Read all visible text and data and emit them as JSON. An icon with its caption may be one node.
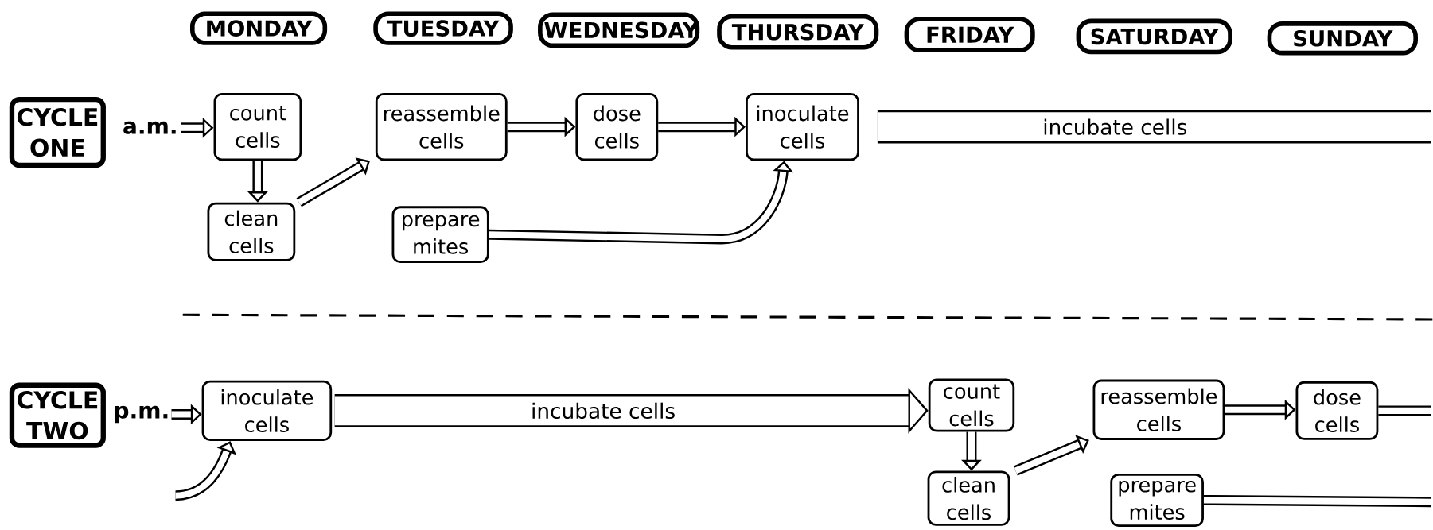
{
  "diagram": {
    "nodes": [
      {
        "text": [
          "MONDAY"
        ]
      },
      {
        "text": [
          "TUESDAY"
        ]
      },
      {
        "text": [
          "WEDNESDAY"
        ]
      },
      {
        "text": [
          "THURSDAY"
        ]
      },
      {
        "text": [
          "FRIDAY"
        ]
      },
      {
        "text": [
          "SATURDAY"
        ]
      },
      {
        "text": [
          "SUNDAY"
        ]
      },
      {
        "text": [
          "CYCLE ONE"
        ]
      },
      {
        "text": [
          "count cells"
        ]
      },
      {
        "text": [
          "clean cells"
        ]
      },
      {
        "text": [
          "reassemble cells"
        ]
      },
      {
        "text": [
          "dose cells"
        ]
      },
      {
        "text": [
          "inoculate cells"
        ]
      },
      {
        "text": [
          "prepare mites"
        ]
      },
      {
        "text": [
          "CYCLE TWO"
        ]
      },
      {
        "text": [
          "inoculate cells"
        ]
      },
      {
        "text": [
          "count cells"
        ]
      },
      {
        "text": [
          "clean cells"
        ]
      },
      {
        "text": [
          "reassemble cells"
        ]
      },
      {
        "text": [
          "dose cells"
        ]
      },
      {
        "text": [
          "prepare mites"
        ]
      },
      {
        "text": [
          "a.m."
        ]
      },
      {
        "text": [
          "p.m."
        ]
      }
    ],
    "edges": [
      {
        "from": 21,
        "to": 8,
        "arrow": "to"
      },
      {
        "from": 8,
        "to": 9,
        "arrow": "to"
      },
      {
        "from": 9,
        "to": 10,
        "arrow": "to"
      },
      {
        "from": 10,
        "to": 11,
        "arrow": "to"
      },
      {
        "from": 11,
        "to": 12,
        "arrow": "to"
      },
      {
        "from": 13,
        "to": 12,
        "arrow": "to"
      },
      {
        "from": 12,
        "to": null,
        "arrow": "none",
        "label": "incubate cells",
        "style": "thick"
      },
      {
        "from": 22,
        "to": 15,
        "arrow": "to"
      },
      {
        "from": null,
        "to": 15,
        "arrow": "to"
      },
      {
        "from": 15,
        "to": 16,
        "arrow": "to",
        "label": "incubate cells",
        "style": "thick"
      },
      {
        "from": 16,
        "to": 17,
        "arrow": "to"
      },
      {
        "from": 17,
        "to": 18,
        "arrow": "to"
      },
      {
        "from": 18,
        "to": 19,
        "arrow": "to"
      },
      {
        "from": 19,
        "to": null,
        "arrow": "none"
      },
      {
        "from": 20,
        "to": null,
        "arrow": "none"
      }
    ]
  }
}
